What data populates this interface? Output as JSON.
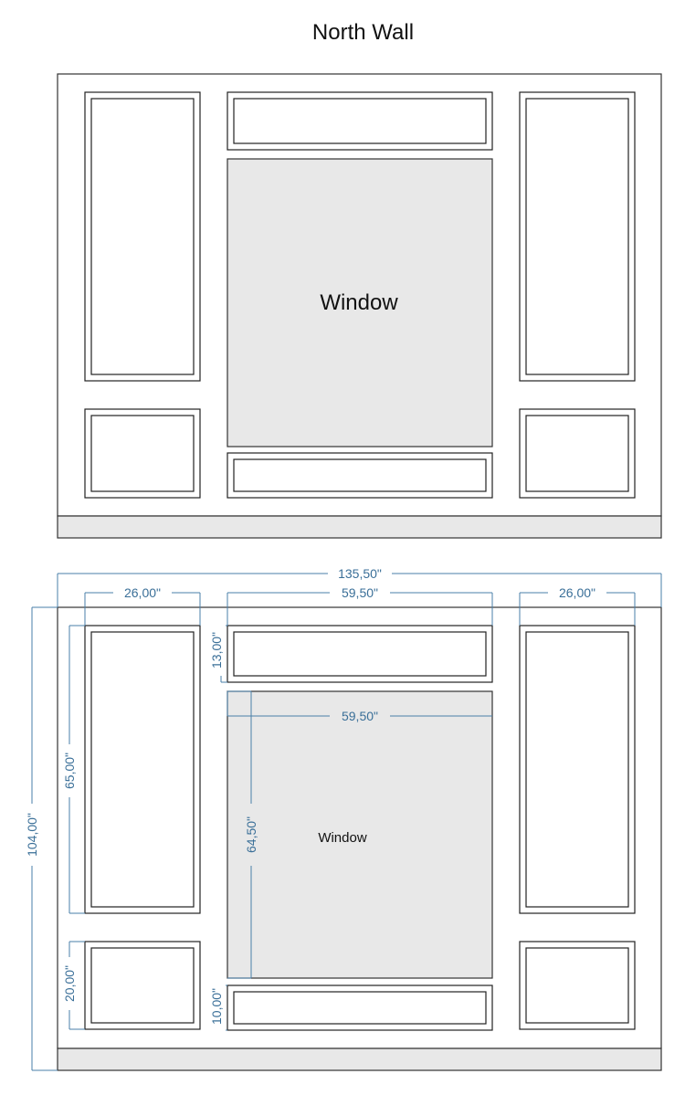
{
  "diagram": {
    "title": "North Wall",
    "window_label": "Window",
    "dimensions": {
      "total_width": "135,50\"",
      "total_height": "104,00\"",
      "left_panel_width": "26,00\"",
      "center_width": "59,50\"",
      "right_panel_width": "26,00\"",
      "window_width": "59,50\"",
      "window_height": "64,50\"",
      "top_panel_height": "13,00\"",
      "bottom_panel_height": "10,00\"",
      "tall_panel_height": "65,00\"",
      "small_panel_height": "20,00\""
    },
    "colors": {
      "dimension": "#4a7fa8",
      "window_fill": "#e8e8e8",
      "outline": "#222222"
    }
  }
}
